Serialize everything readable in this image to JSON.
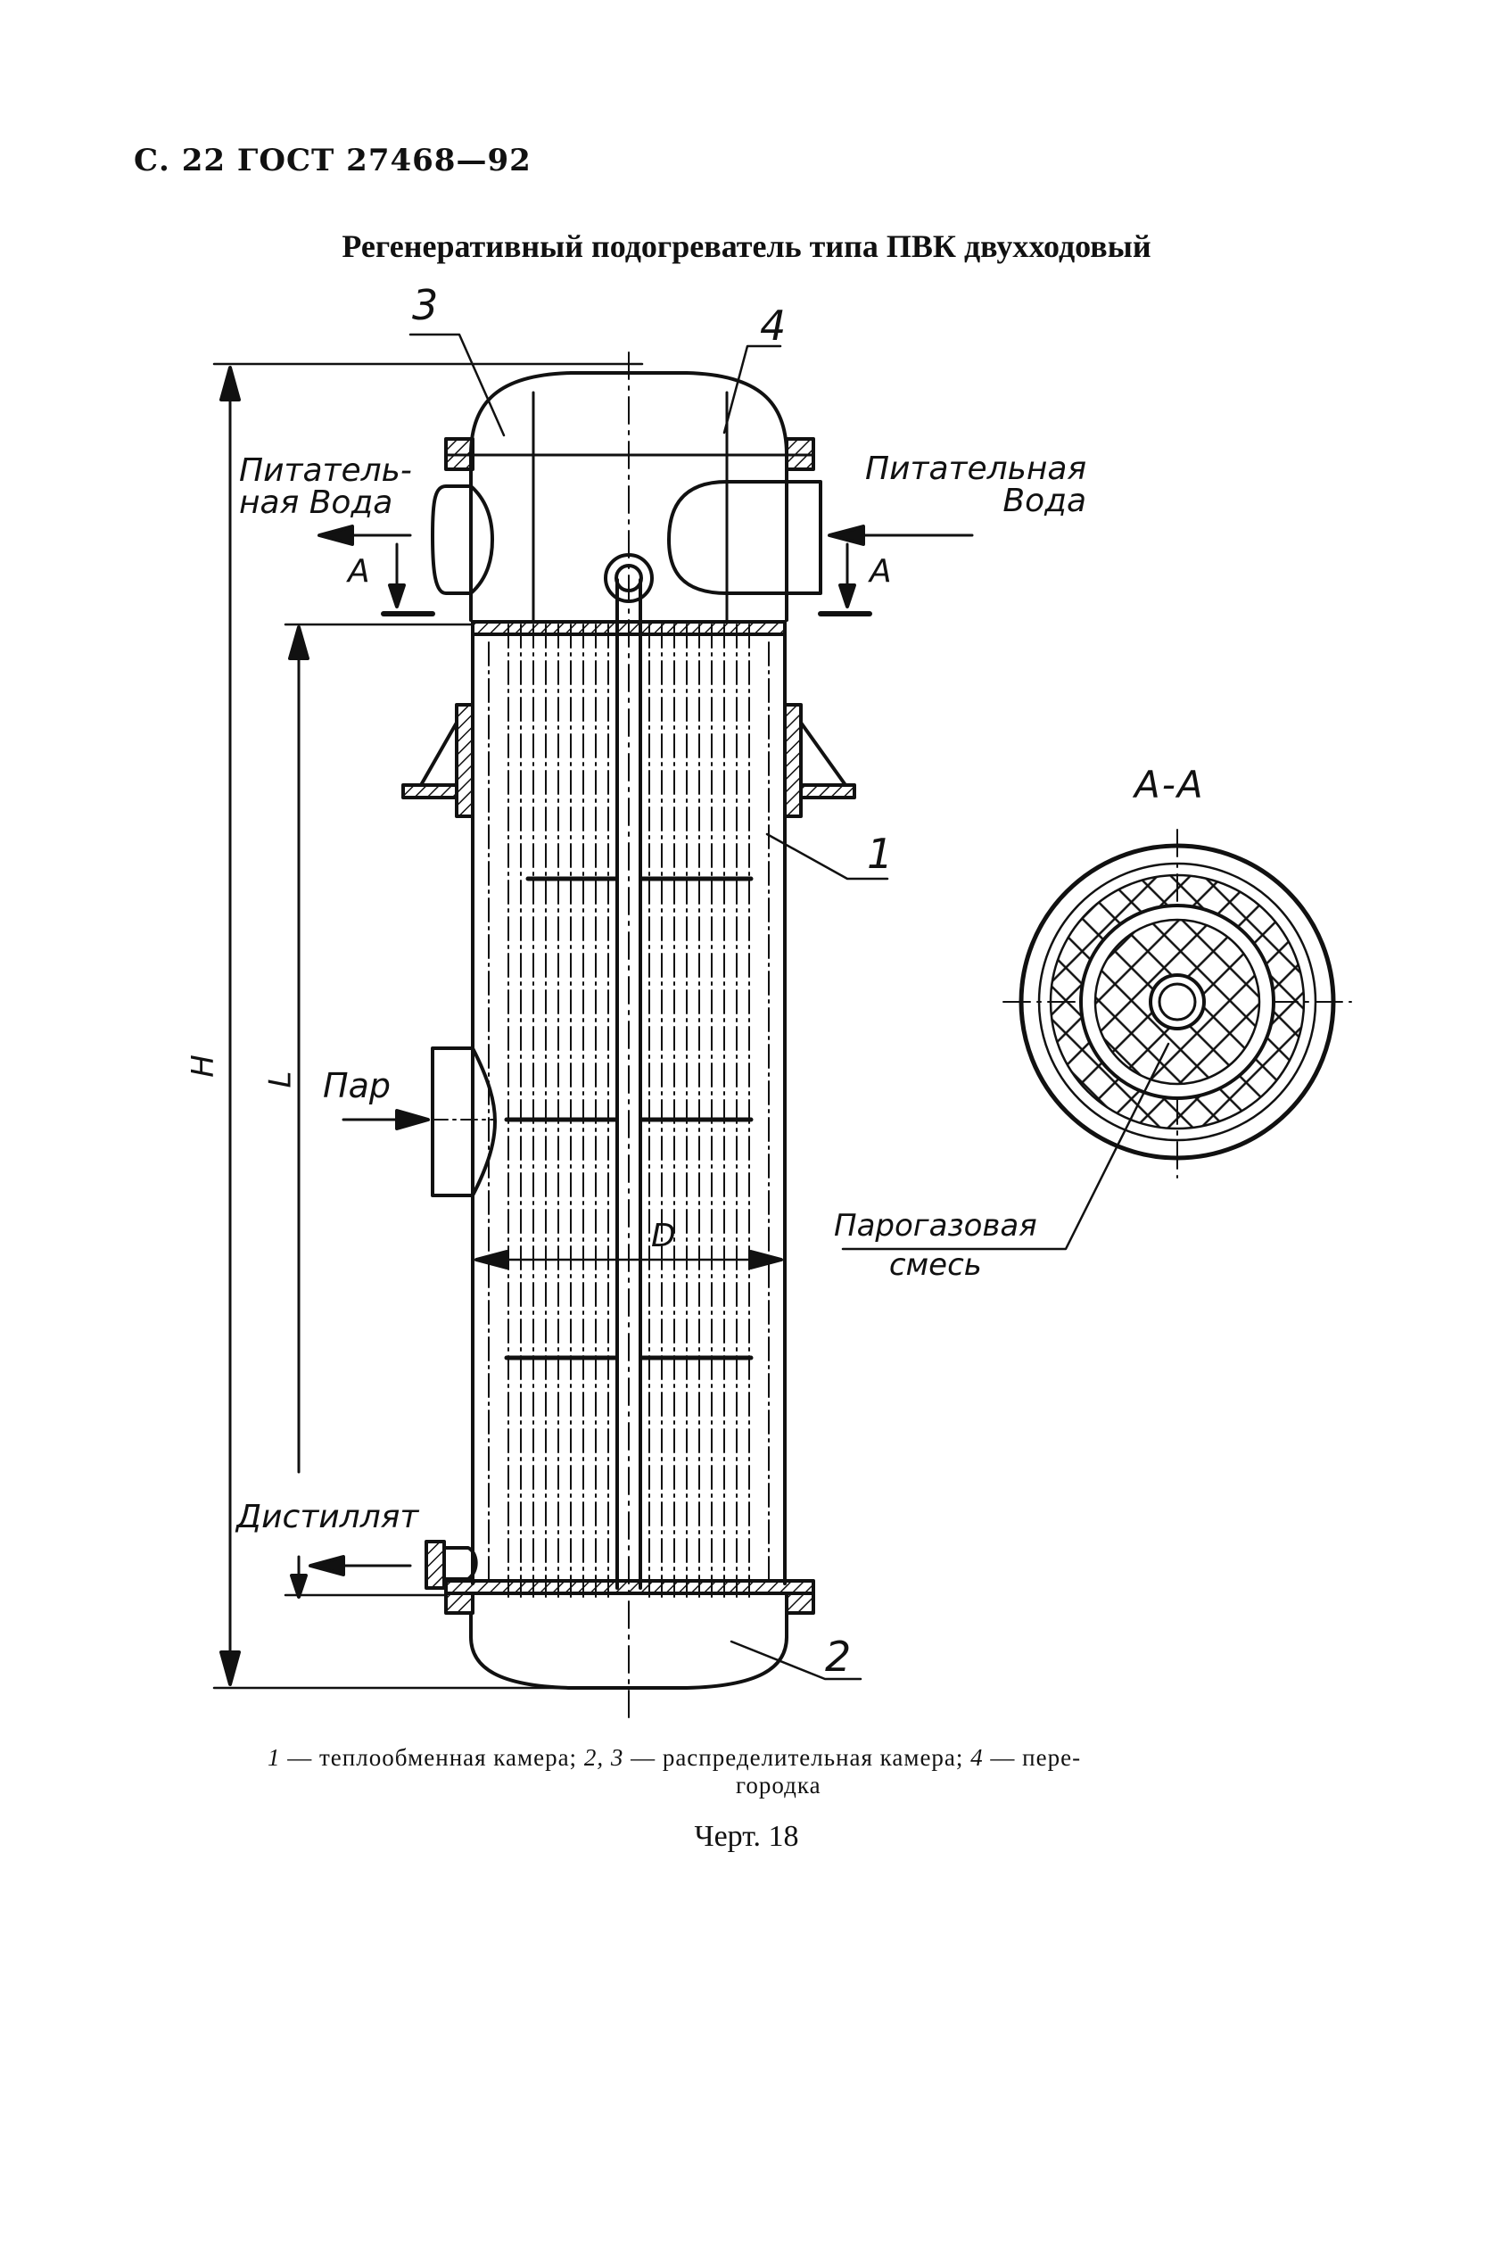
{
  "header": {
    "page_ref": "С. 22 ГОСТ 27468—92"
  },
  "title": "Регенеративный подогреватель типа ПВК двухходовый",
  "drawing": {
    "callouts": [
      "1",
      "2",
      "3",
      "4"
    ],
    "labels": {
      "feed_water_out": "Питатель-\nная Вода",
      "feed_water_in": "Питательная\nВода",
      "section_mark": "А",
      "steam": "Пар",
      "distillate": "Дистиллят",
      "dim_h": "Н",
      "dim_l": "L",
      "dim_d": "D",
      "section_title": "А-А",
      "steam_gas_mix": "Парогазовая\nсмесь"
    }
  },
  "caption": {
    "n1": "1",
    "t1": " — теплообменная камера; ",
    "n2": "2, 3",
    "t2": " — распределительная камера; ",
    "n4": "4",
    "t4": " — пере-",
    "line2": "городка"
  },
  "figure_label": "Черт. 18"
}
